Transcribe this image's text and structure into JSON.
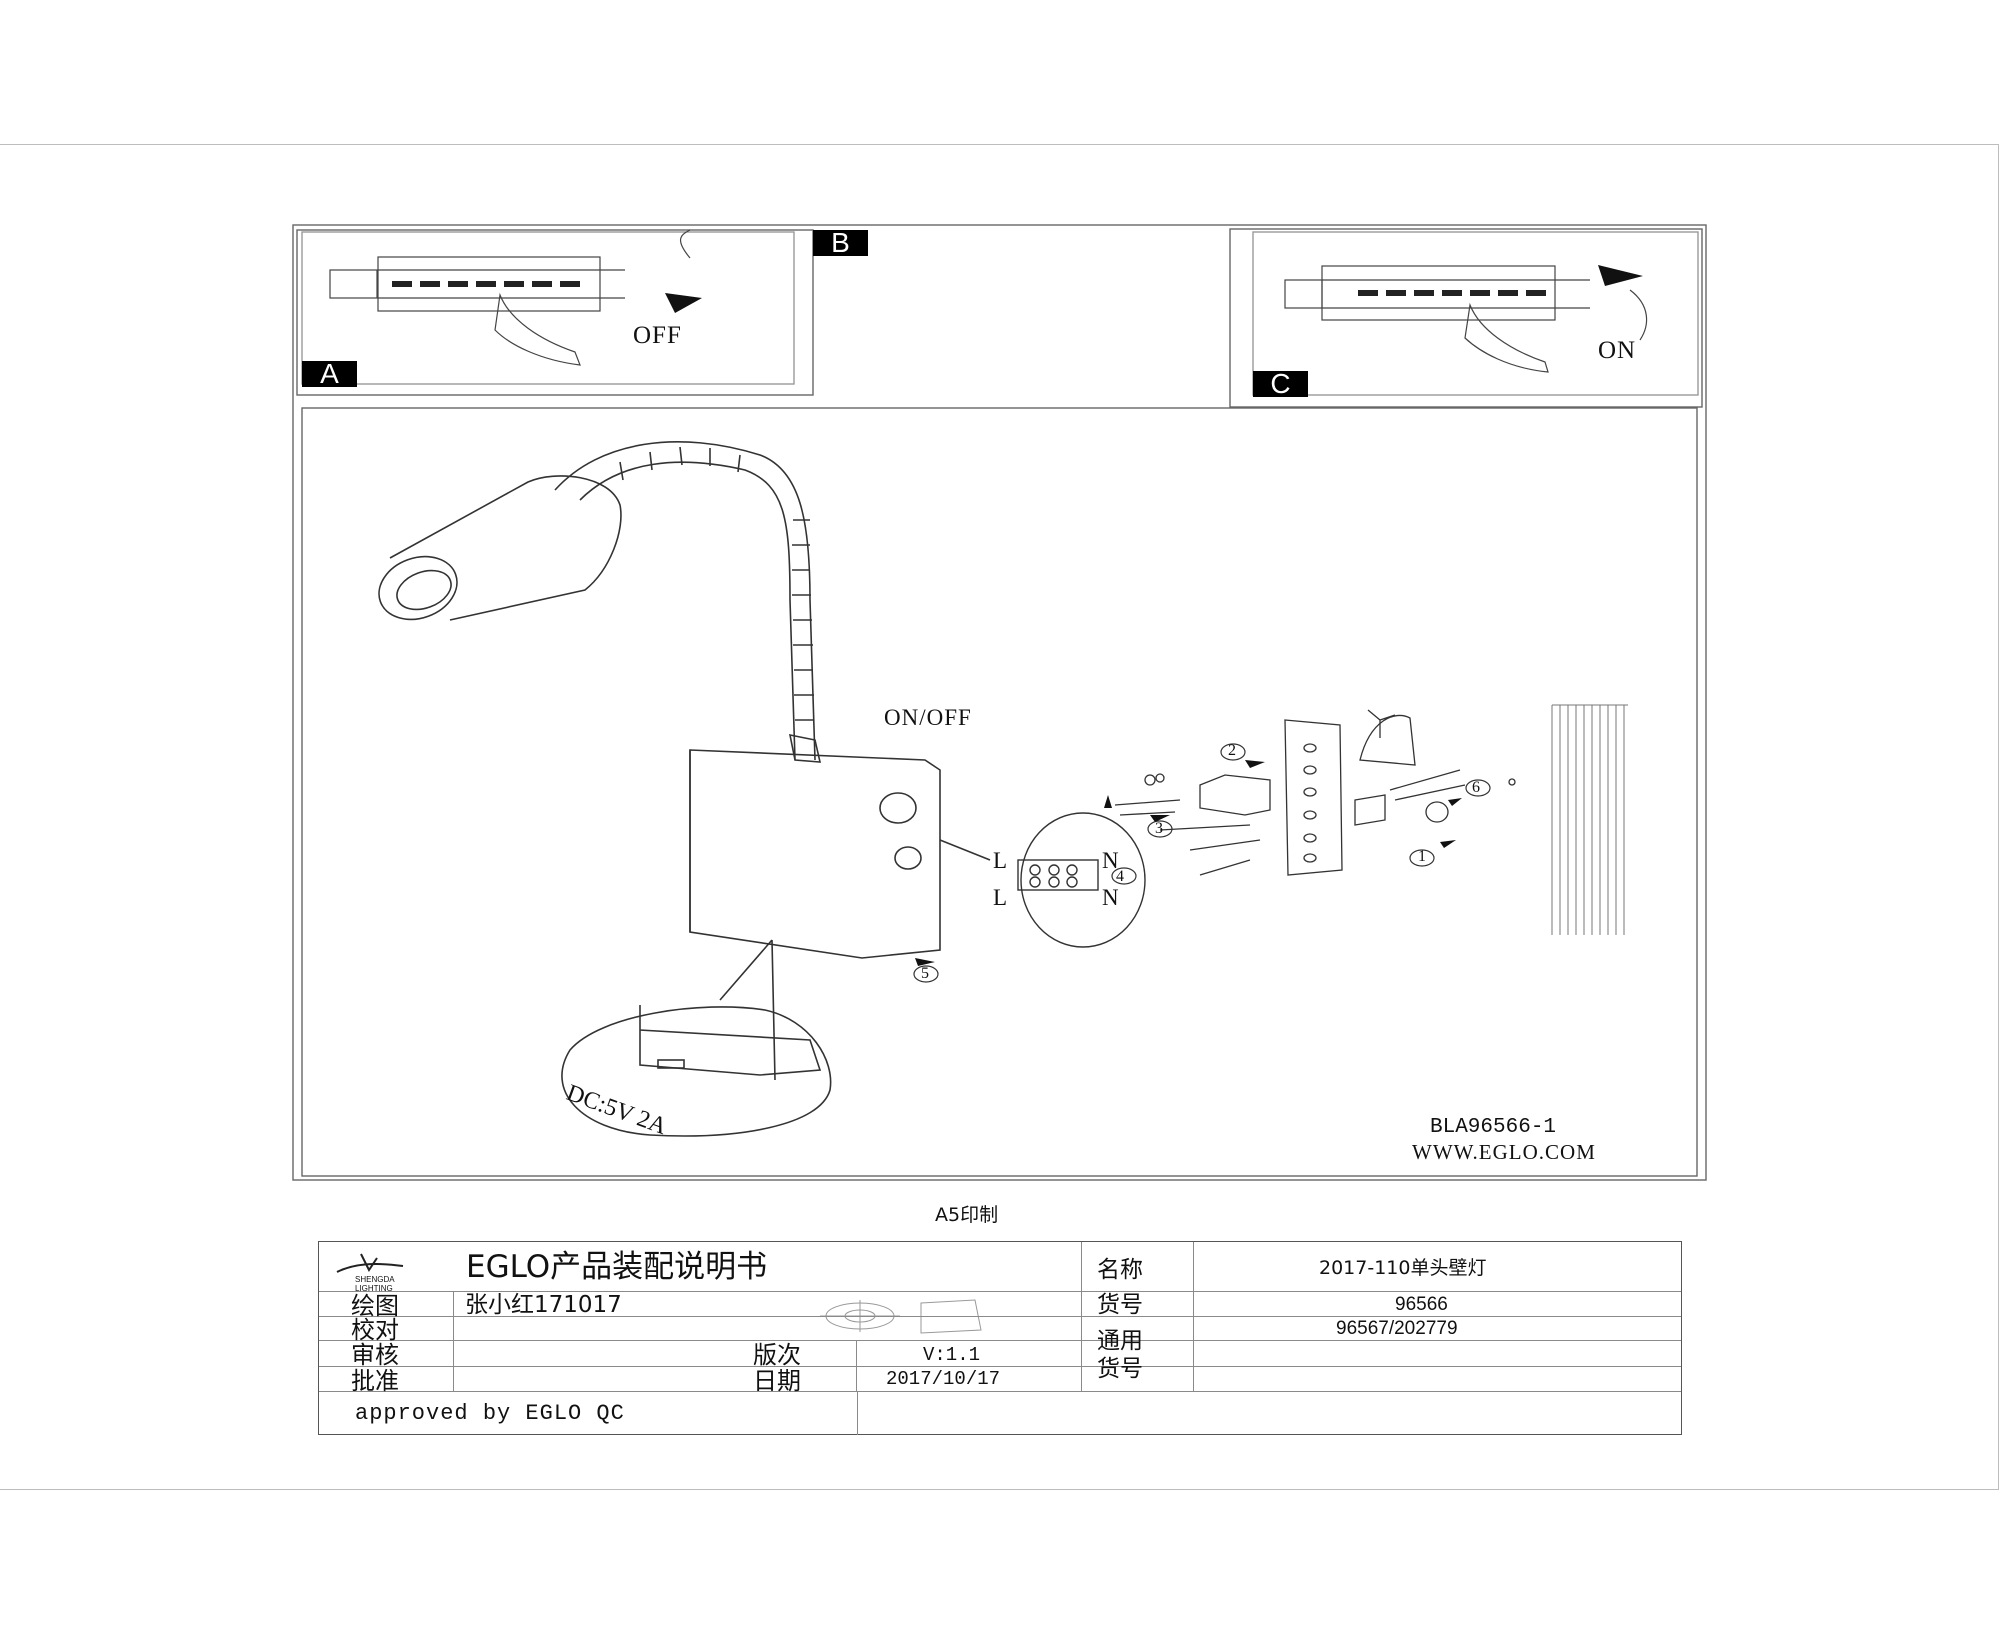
{
  "panels": {
    "a_tag": "A",
    "b_tag": "B",
    "c_tag": "C",
    "off_label": "OFF",
    "on_label": "ON"
  },
  "main": {
    "switch_label": "ON/OFF",
    "terminal": {
      "l_top": "L",
      "n_top": "N",
      "l_bottom": "L",
      "n_bottom": "N"
    },
    "callouts": [
      "1",
      "2",
      "3",
      "4",
      "5",
      "6"
    ],
    "dc_label": "DC:5V 2A",
    "code": "BLA96566-1",
    "website": "WWW.EGLO.COM"
  },
  "print_note": "A5印制",
  "title_block": {
    "logo_text": "SHENGDA LIGHTING",
    "doc_title": "EGLO产品装配说明书",
    "drawn_by_label": "绘图",
    "drawn_by_value": "张小红171017",
    "checked_label": "校对",
    "reviewed_label": "审核",
    "approved_label": "批准",
    "version_label": "版次",
    "version_value": "V:1.1",
    "date_label": "日期",
    "date_value": "2017/10/17",
    "approved_by": "approved by EGLO QC",
    "name_label": "名称",
    "name_value": "2017-110单头壁灯",
    "item_no_label": "货号",
    "item_no_value": "96566",
    "common_item_label_1": "通用",
    "common_item_label_2": "货号",
    "common_item_value": "96567/202779"
  }
}
